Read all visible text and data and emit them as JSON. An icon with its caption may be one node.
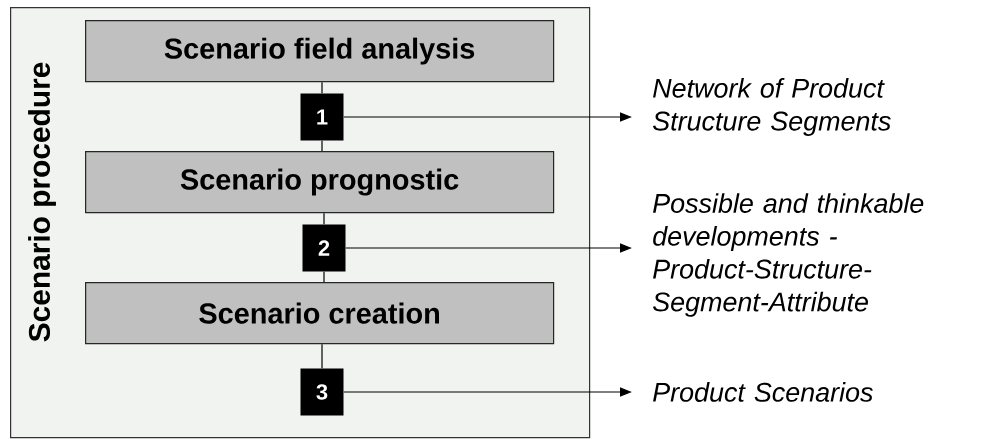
{
  "diagram": {
    "nodes": [
      {
        "text": [
          "Scenario procedure"
        ]
      },
      {
        "text": [
          "Scenario field analysis"
        ],
        "in": 0
      },
      {
        "text": [
          "1"
        ],
        "in": 0
      },
      {
        "text": [
          "Scenario prognostic"
        ],
        "in": 0
      },
      {
        "text": [
          "2"
        ],
        "in": 0
      },
      {
        "text": [
          "Scenario creation"
        ],
        "in": 0
      },
      {
        "text": [
          "3"
        ],
        "in": 0
      },
      {
        "text": [
          "Network of Product Structure Segments"
        ]
      },
      {
        "text": [
          "Possible and thinkable developments - Product-Structure-Segment-Attribute"
        ]
      },
      {
        "text": [
          "Product Scenarios"
        ]
      }
    ],
    "edges": [
      {
        "from": 1,
        "to": 2,
        "arrow": "none"
      },
      {
        "from": 2,
        "to": 3,
        "arrow": "none"
      },
      {
        "from": 3,
        "to": 4,
        "arrow": "none"
      },
      {
        "from": 4,
        "to": 5,
        "arrow": "none"
      },
      {
        "from": 5,
        "to": 6,
        "arrow": "none"
      },
      {
        "from": 2,
        "to": 7,
        "arrow": "to"
      },
      {
        "from": 4,
        "to": 8,
        "arrow": "to"
      },
      {
        "from": 6,
        "to": 9,
        "arrow": "to"
      }
    ]
  }
}
